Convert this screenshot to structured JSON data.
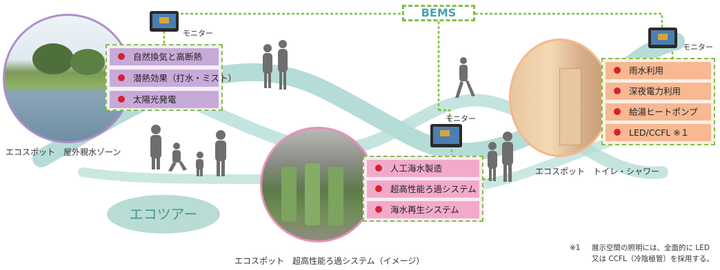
{
  "bems": {
    "label": "BEMS"
  },
  "monitor_label": "モニター",
  "outdoor": {
    "caption": "エコスポット　屋外親水ゾーン",
    "items": [
      "自然換気と高断熱",
      "潜熱効果（打水・ミスト）",
      "太陽光発電"
    ]
  },
  "filtration": {
    "caption": "エコスポット　超高性能ろ過システム（イメージ）",
    "items": [
      "人工海水製造",
      "超高性能ろ過システム",
      "海水再生システム"
    ]
  },
  "toilet": {
    "caption": "エコスポット　トイレ・シャワー",
    "items": [
      "雨水利用",
      "深夜電力利用",
      "給湯ヒートポンプ",
      "LED/CCFL ※１"
    ]
  },
  "eco_tour": {
    "label": "エコツアー"
  },
  "footnote": {
    "mark": "※1",
    "line1": "展示空間の照明には、全面的に LED",
    "line2": "又は CCFL（冷陰極管）を採用する。"
  },
  "colors": {
    "connector_green": "#7dc242",
    "ribbon_teal": "#a9d7d0",
    "bullet_red": "#d8202e",
    "outdoor_panel": "#c8aad9",
    "filtration_panel": "#f2aacb",
    "toilet_panel": "#f7b892"
  },
  "icons": [
    "monitor-icon",
    "person-silhouette-icon",
    "bullet-dot-icon"
  ]
}
